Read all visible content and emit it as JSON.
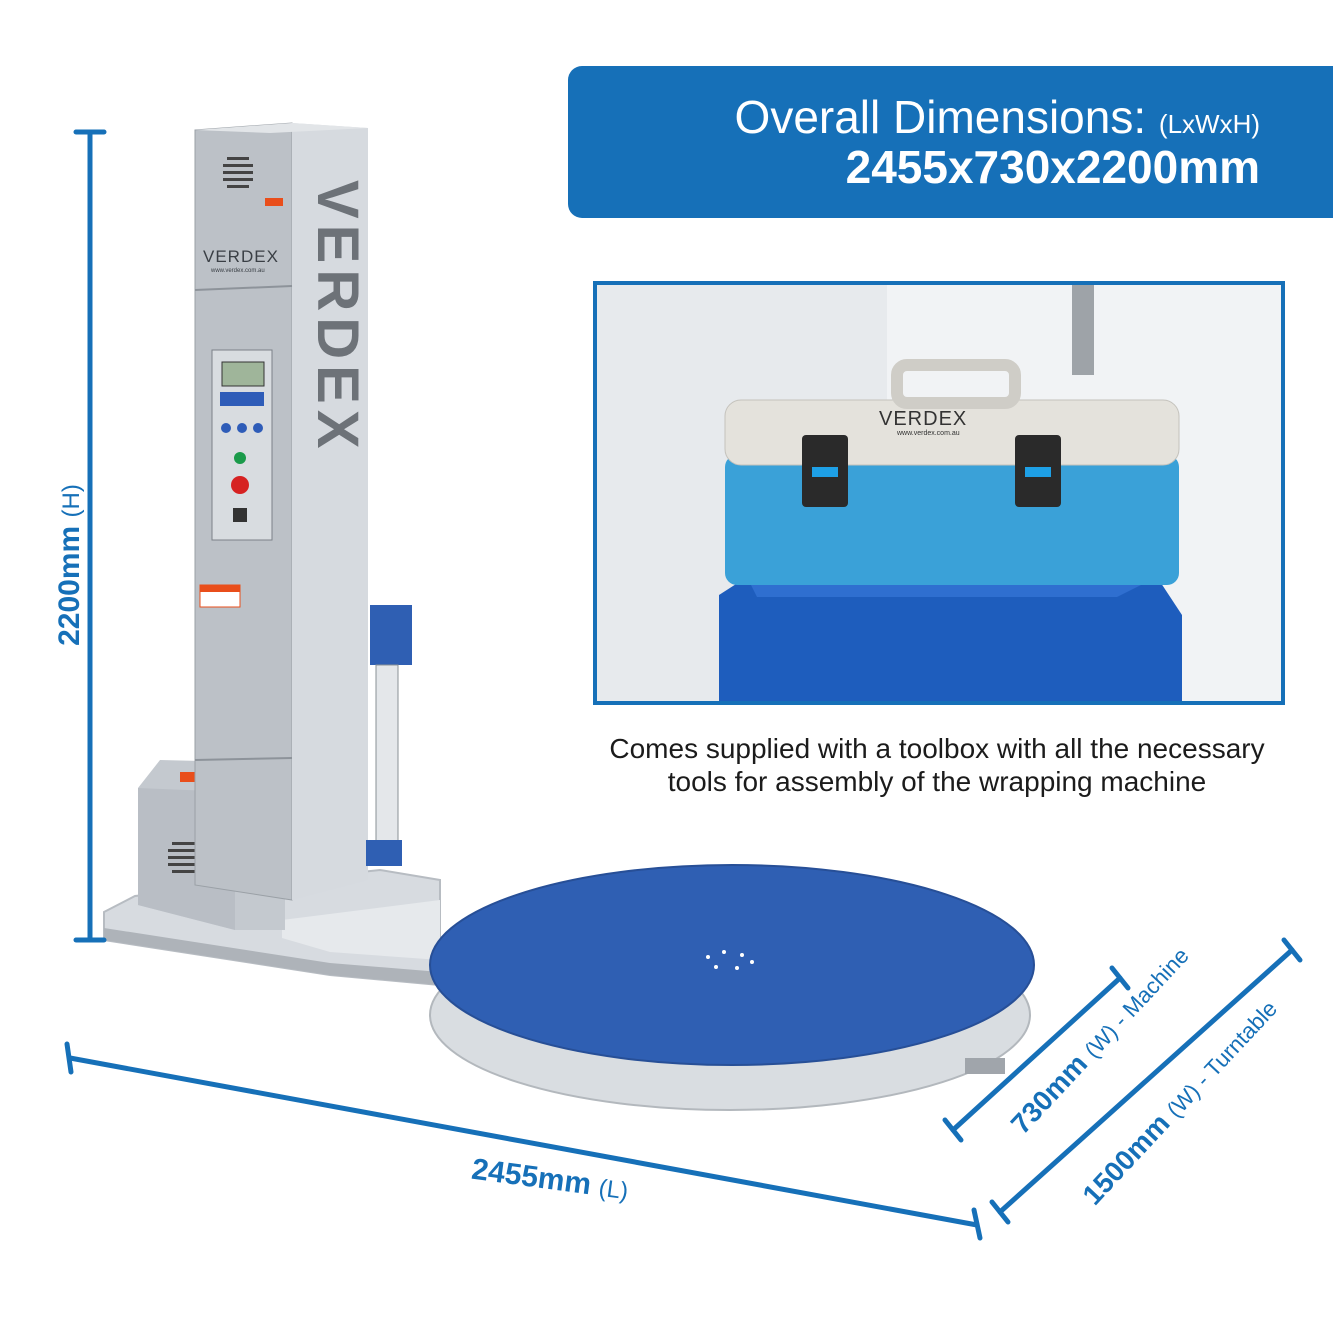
{
  "banner": {
    "title": "Overall Dimensions:",
    "title_sub": "(LxWxH)",
    "dimensions": "2455x730x2200mm"
  },
  "caption": "Comes supplied with a toolbox with all the necessary tools for assembly of the wrapping machine",
  "brand": {
    "tower_vertical": "VERDEX",
    "tower_plate": "VERDEX",
    "tower_url": "www.verdex.com.au",
    "toolbox_logo": "VERDEX",
    "toolbox_url": "www.verdex.com.au"
  },
  "dimensions": {
    "height": {
      "value": "2200mm",
      "unit": "(H)"
    },
    "length": {
      "value": "2455mm",
      "unit": "(L)"
    },
    "machine_width": {
      "value": "730mm",
      "unit": "(W) - Machine"
    },
    "turntable_width": {
      "value": "1500mm",
      "unit": "(W) - Turntable"
    }
  },
  "colors": {
    "accent": "#1670b8",
    "machine_grey": "#c9ced4",
    "turntable_blue": "#2f5fb3",
    "toolbox_blue": "#3aa1d8",
    "toolbox_lid": "#e4e2dc"
  }
}
